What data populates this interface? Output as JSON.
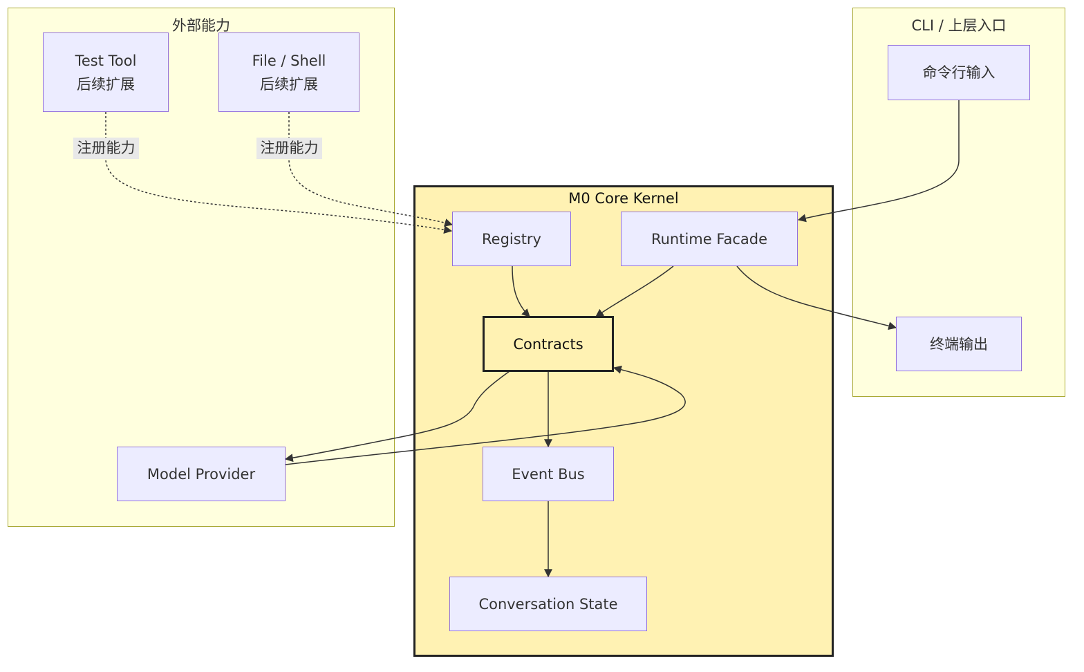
{
  "clusters": {
    "external": {
      "title": "外部能力"
    },
    "cli": {
      "title": "CLI / 上层入口"
    },
    "core": {
      "title": "M0 Core Kernel"
    }
  },
  "nodes": {
    "test_tool": {
      "line1": "Test Tool",
      "line2": "后续扩展"
    },
    "file_shell": {
      "line1": "File / Shell",
      "line2": "后续扩展"
    },
    "model_provider": {
      "label": "Model Provider"
    },
    "cli_input": {
      "label": "命令行输入"
    },
    "terminal_output": {
      "label": "终端输出"
    },
    "registry": {
      "label": "Registry"
    },
    "runtime_facade": {
      "label": "Runtime Facade"
    },
    "contracts": {
      "label": "Contracts"
    },
    "event_bus": {
      "label": "Event Bus"
    },
    "conversation_state": {
      "label": "Conversation State"
    }
  },
  "edges": {
    "test_tool_to_registry": {
      "label": "注册能力",
      "style": "dotted"
    },
    "file_shell_to_registry": {
      "label": "注册能力",
      "style": "dotted"
    }
  },
  "colors": {
    "cluster_fill": "#ffffde",
    "cluster_border": "#aaaa33",
    "core_fill": "#fff2b3",
    "node_fill": "#ececff",
    "node_border": "#9370db",
    "edge": "#333333",
    "edge_label_bg": "#e8e8e8"
  }
}
